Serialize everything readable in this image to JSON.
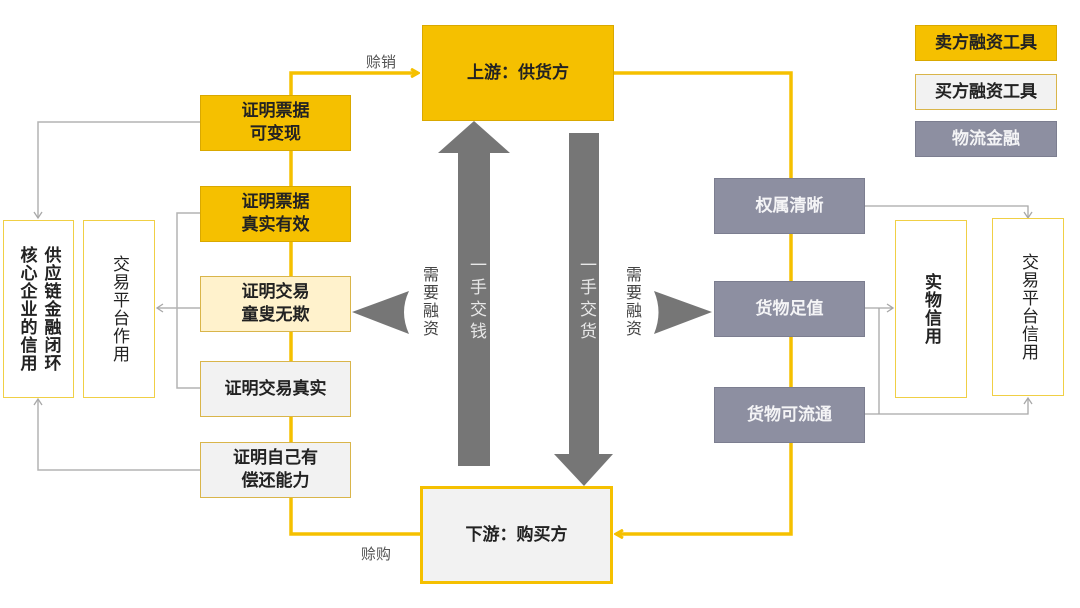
{
  "colors": {
    "seller": "#f5c000",
    "buyer": "#f2f2f2",
    "buyer_highlight": "#fff2cc",
    "logistics": "#8d8fa1",
    "flow_line": "#f5c000",
    "connector": "#b0b0b0",
    "big_arrow": "#767676"
  },
  "legend": [
    {
      "label": "卖方融资工具",
      "type": "seller"
    },
    {
      "label": "买方融资工具",
      "type": "buyer"
    },
    {
      "label": "物流金融",
      "type": "logistics"
    }
  ],
  "nodes": {
    "upstream": "上游：供货方",
    "downstream": "下游：购买方"
  },
  "flow_labels": {
    "credit_sale": "赊销",
    "credit_purchase": "赊购"
  },
  "center_arrows": {
    "money": "一手交钱",
    "goods": "一手交货",
    "left_need": "需要融资",
    "right_need": "需要融资"
  },
  "left_chain": [
    {
      "label": "证明票据\n可变现",
      "type": "seller"
    },
    {
      "label": "证明票据\n真实有效",
      "type": "seller"
    },
    {
      "label": "证明交易\n童叟无欺",
      "type": "buyer_highlight"
    },
    {
      "label": "证明交易真实",
      "type": "buyer"
    },
    {
      "label": "证明自己有\n偿还能力",
      "type": "buyer"
    }
  ],
  "left_credit": {
    "core": "核心企业的信用",
    "closed_loop": "供应链金融闭环",
    "platform": "交易平台作用"
  },
  "right_chain": [
    {
      "label": "权属清晰",
      "type": "logistics"
    },
    {
      "label": "货物足值",
      "type": "logistics"
    },
    {
      "label": "货物可流通",
      "type": "logistics"
    }
  ],
  "right_credit": {
    "physical": "实物信用",
    "platform": "交易平台信用"
  }
}
